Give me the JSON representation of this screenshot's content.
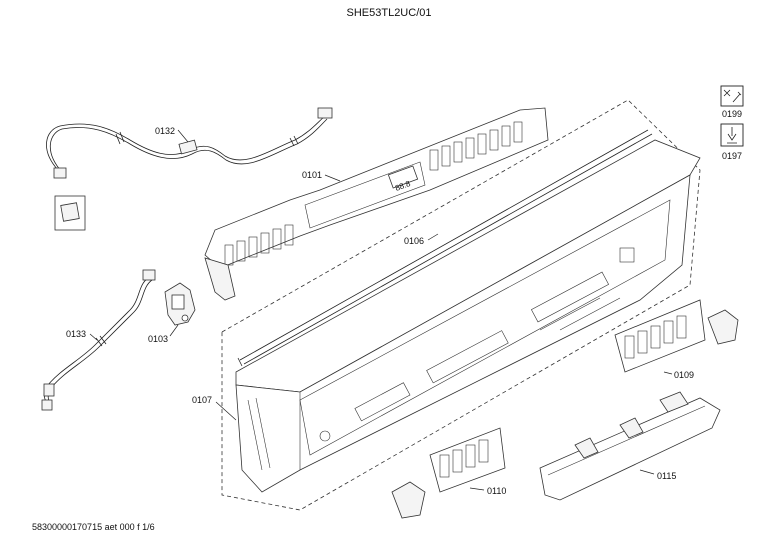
{
  "header": {
    "model": "SHE53TL2UC/01"
  },
  "footer": {
    "doc_code": "58300000170715 aet 000 f 1/6"
  },
  "icons": [
    {
      "id": "0199",
      "symbol": "wrench-screw-icon"
    },
    {
      "id": "0197",
      "symbol": "grease-drop-icon"
    }
  ],
  "callouts": {
    "c0101": "0101",
    "c0103": "0103",
    "c0106": "0106",
    "c0107": "0107",
    "c0109": "0109",
    "c0110": "0110",
    "c0115": "0115",
    "c0132": "0132",
    "c0133": "0133"
  }
}
